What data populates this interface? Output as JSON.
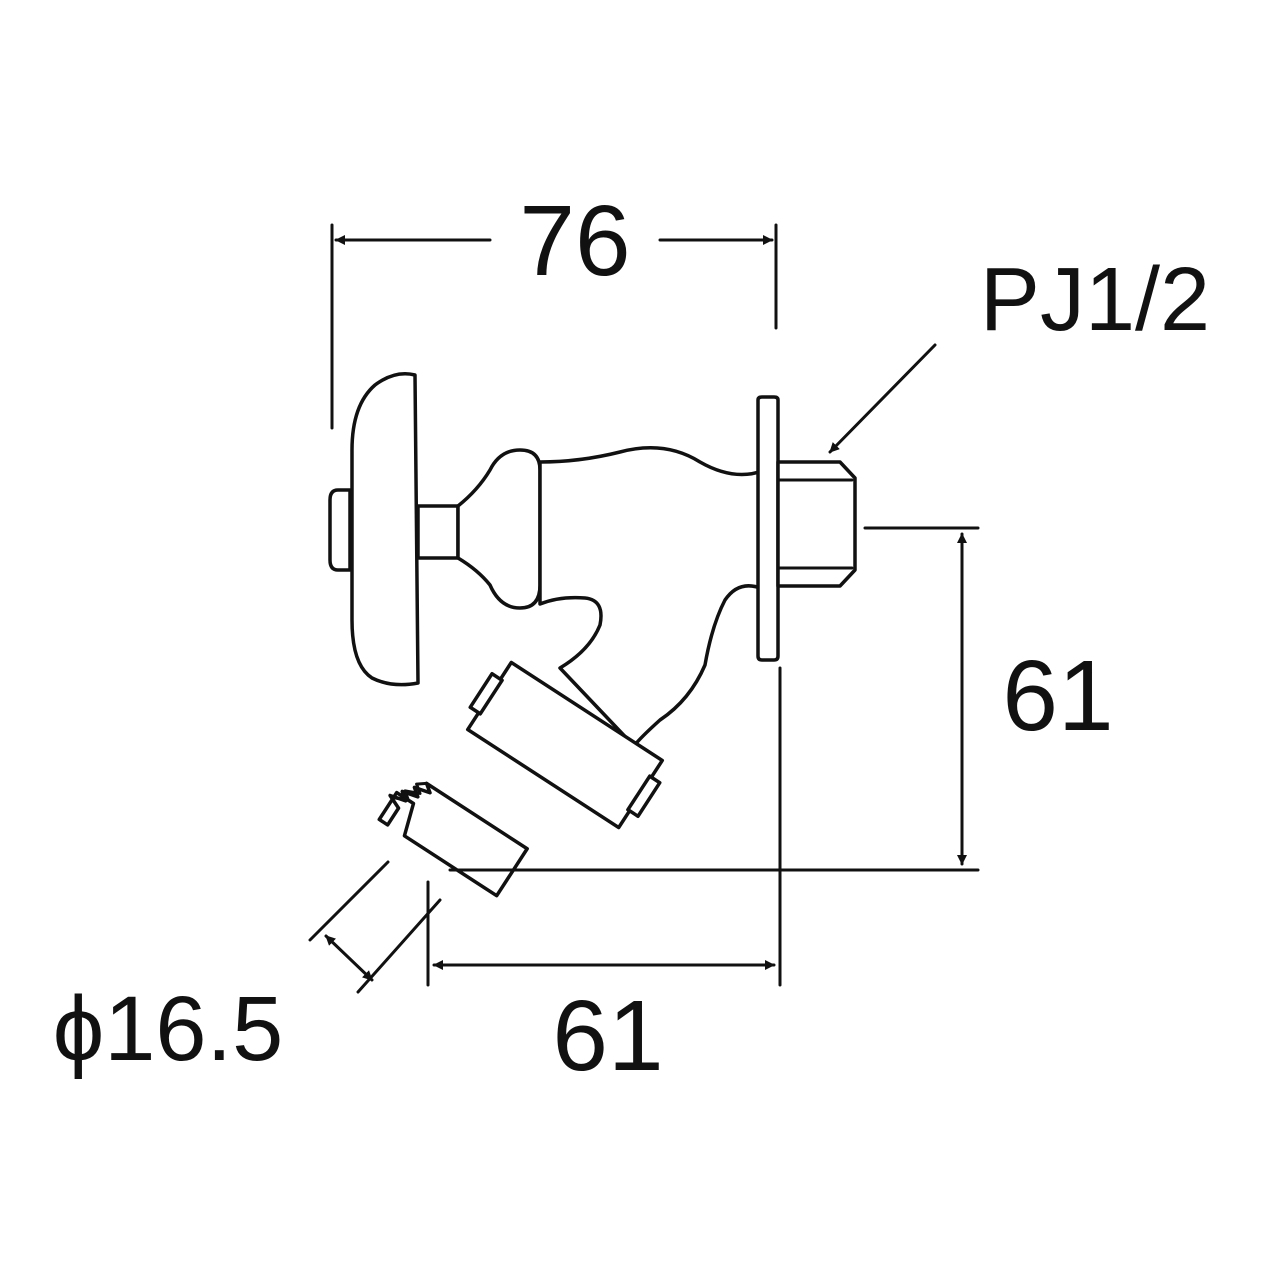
{
  "diagram": {
    "dimensions": {
      "overall_width": "76",
      "thread_size": "PJ1/2",
      "height": "61",
      "horizontal_offset": "61",
      "hose_diameter": "ϕ16.5"
    },
    "colors": {
      "line": "#111111",
      "background": "#ffffff"
    }
  }
}
